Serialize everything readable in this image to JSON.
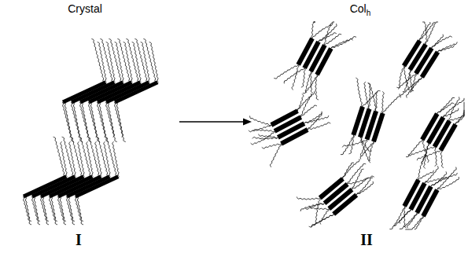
{
  "diagram": {
    "labels": [
      "Crystal",
      "Col",
      "h",
      "I",
      "II"
    ]
  }
}
